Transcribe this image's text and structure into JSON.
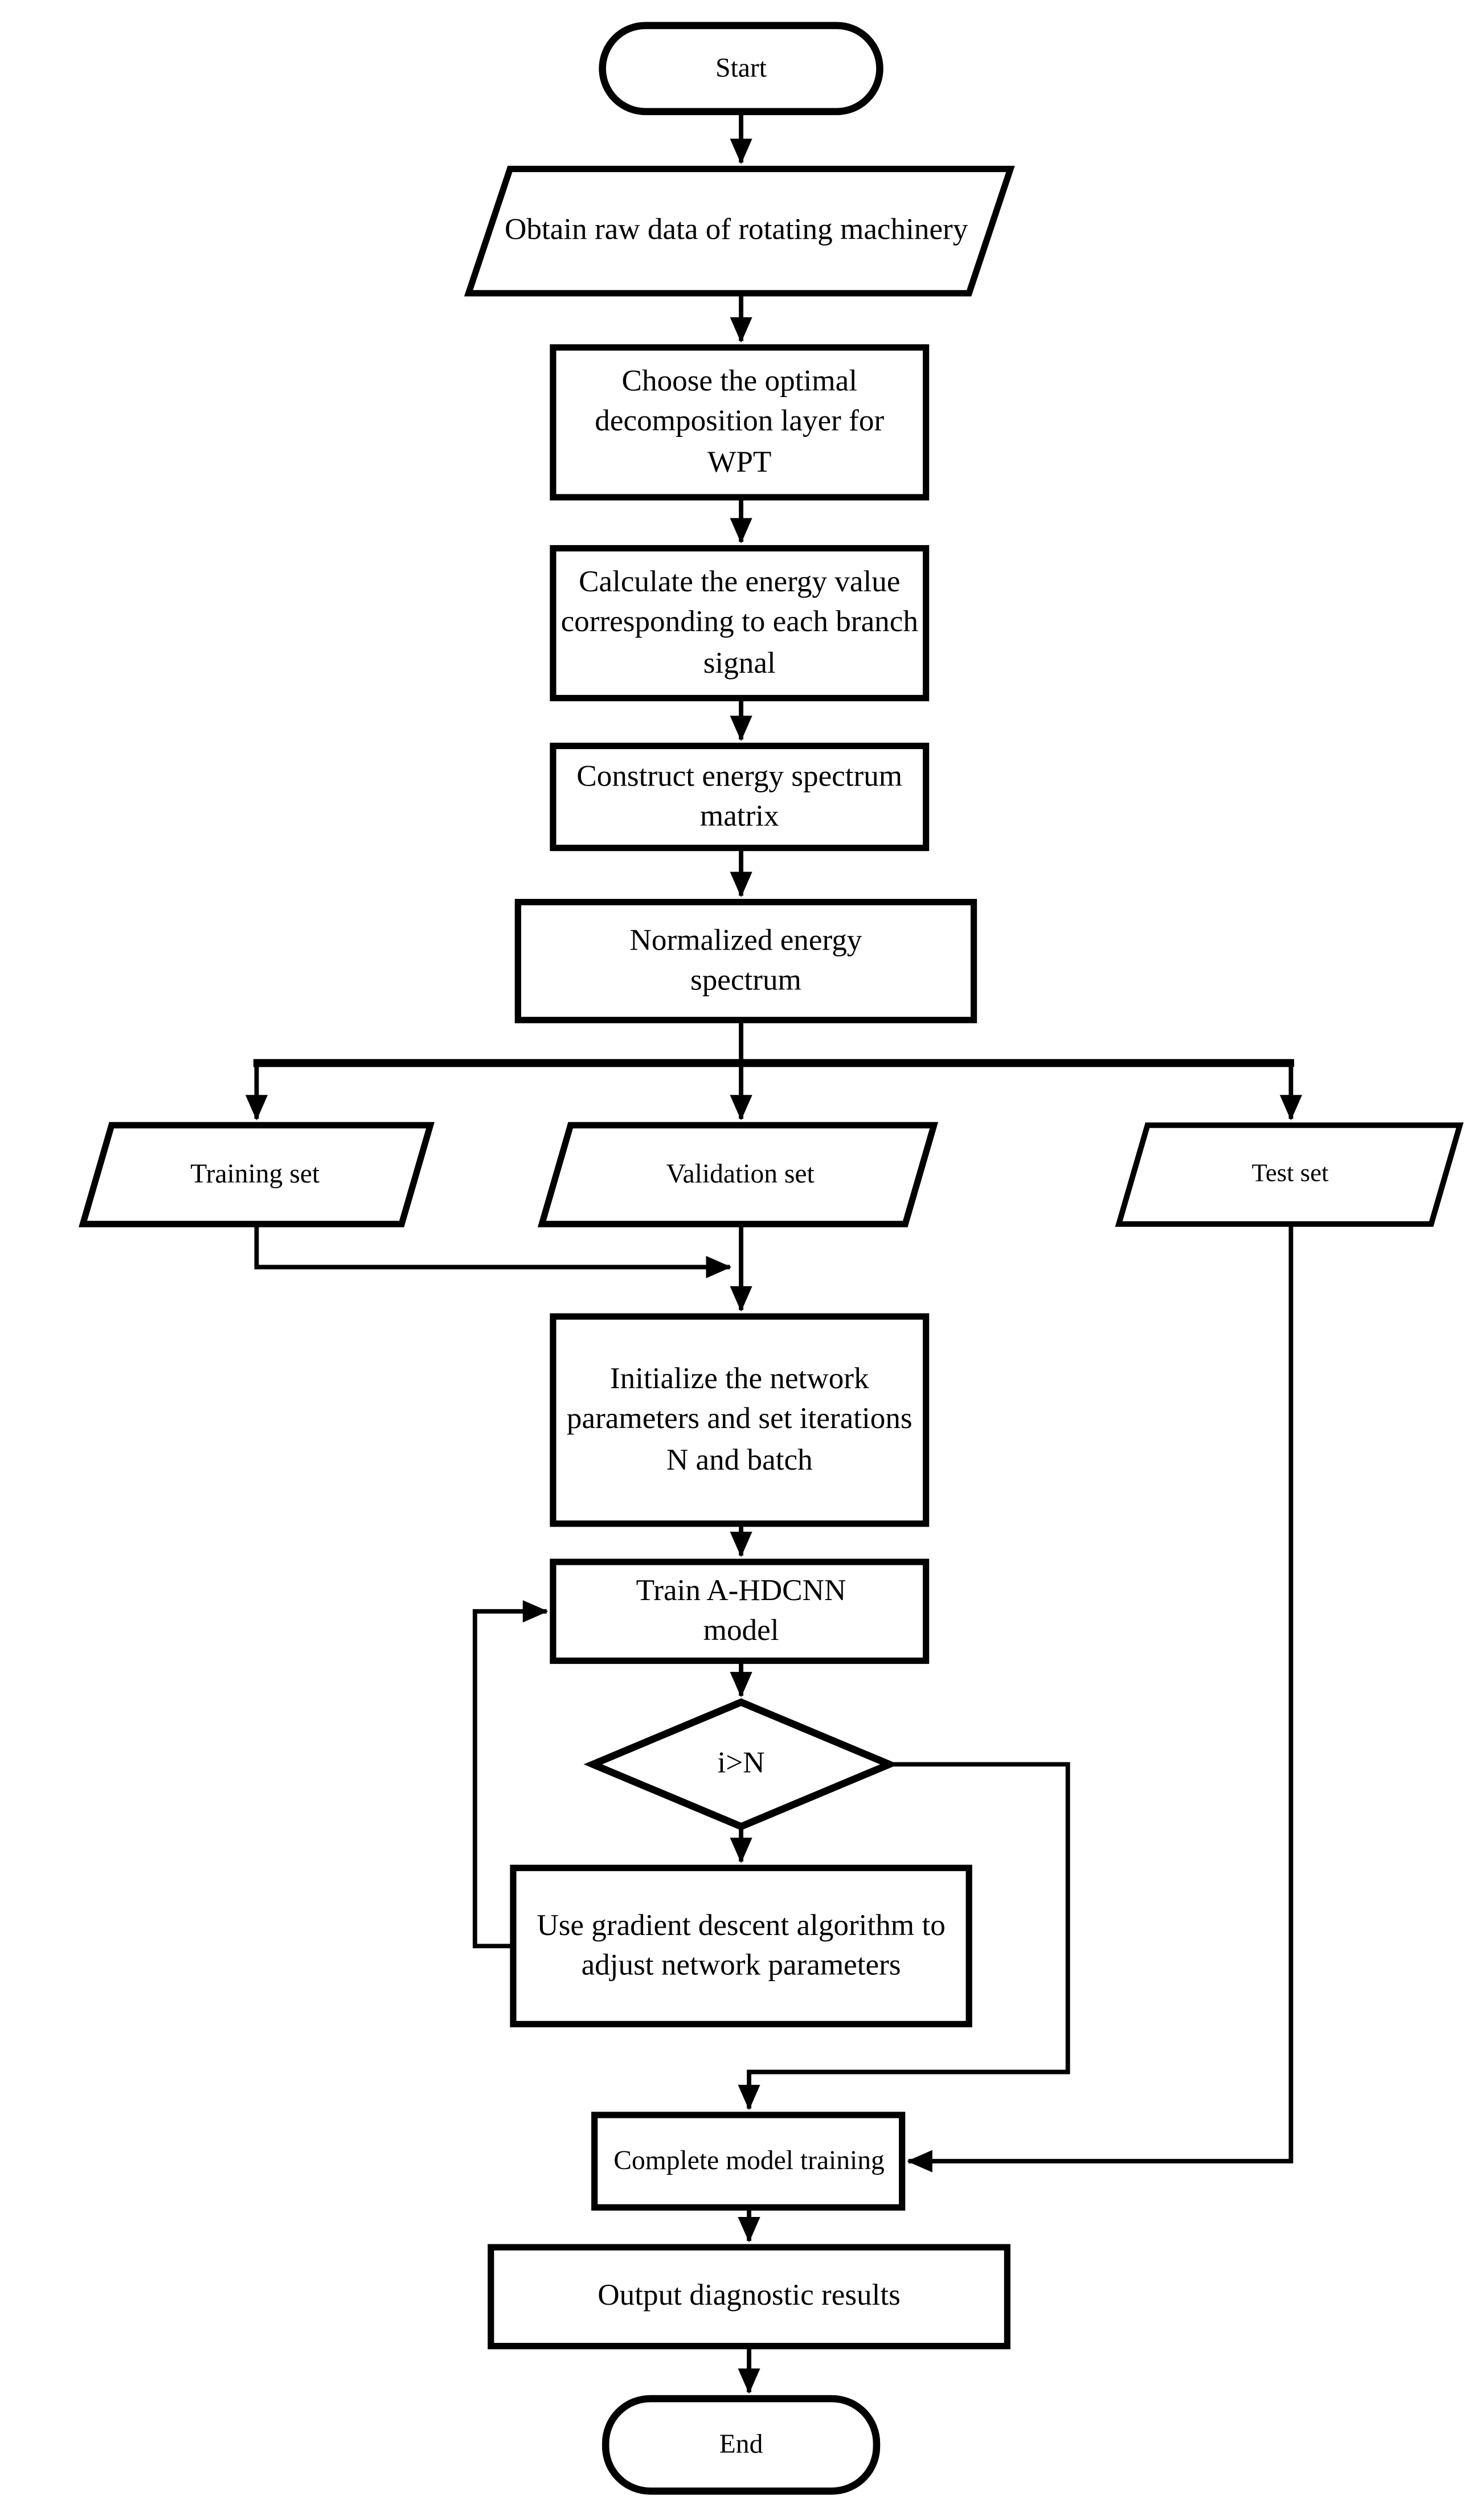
{
  "diagram": {
    "colors": {
      "stroke": "#000000",
      "background": "#ffffff"
    },
    "nodes": {
      "start": {
        "shape": "terminator",
        "label": "Start"
      },
      "obtain_raw": {
        "shape": "parallelogram",
        "label": "Obtain raw data of rotating machinery"
      },
      "choose_wpt": {
        "shape": "process",
        "label": "Choose the optimal decomposition layer for WPT"
      },
      "calc_energy": {
        "shape": "process",
        "label": "Calculate the energy value corresponding to each branch signal"
      },
      "construct": {
        "shape": "process",
        "label": "Construct energy spectrum matrix"
      },
      "normalized": {
        "shape": "process",
        "label": "Normalized energy spectrum"
      },
      "training_set": {
        "shape": "parallelogram",
        "label": "Training set"
      },
      "validation_set": {
        "shape": "parallelogram",
        "label": "Validation set"
      },
      "test_set": {
        "shape": "parallelogram",
        "label": "Test set"
      },
      "initialize": {
        "shape": "process",
        "label": "Initialize the network parameters and set iterations N and  batch"
      },
      "train_model": {
        "shape": "process",
        "label": "Train A-HDCNN model"
      },
      "decision": {
        "shape": "decision",
        "label": "i>N"
      },
      "gradient": {
        "shape": "process",
        "label": "Use gradient descent algorithm to adjust network parameters"
      },
      "complete": {
        "shape": "process",
        "label": "Complete model training"
      },
      "output": {
        "shape": "process",
        "label": "Output diagnostic results"
      },
      "end": {
        "shape": "terminator",
        "label": "End"
      }
    },
    "edges": [
      {
        "from": "start",
        "to": "obtain_raw"
      },
      {
        "from": "obtain_raw",
        "to": "choose_wpt"
      },
      {
        "from": "choose_wpt",
        "to": "calc_energy"
      },
      {
        "from": "calc_energy",
        "to": "construct"
      },
      {
        "from": "construct",
        "to": "normalized"
      },
      {
        "from": "normalized",
        "to": "training_set"
      },
      {
        "from": "normalized",
        "to": "validation_set"
      },
      {
        "from": "normalized",
        "to": "test_set"
      },
      {
        "from": "training_set",
        "to": "initialize"
      },
      {
        "from": "validation_set",
        "to": "initialize"
      },
      {
        "from": "initialize",
        "to": "train_model"
      },
      {
        "from": "train_model",
        "to": "decision"
      },
      {
        "from": "decision",
        "to": "gradient"
      },
      {
        "from": "gradient",
        "to": "train_model"
      },
      {
        "from": "decision",
        "to": "complete"
      },
      {
        "from": "test_set",
        "to": "complete"
      },
      {
        "from": "complete",
        "to": "output"
      },
      {
        "from": "output",
        "to": "end"
      }
    ]
  }
}
